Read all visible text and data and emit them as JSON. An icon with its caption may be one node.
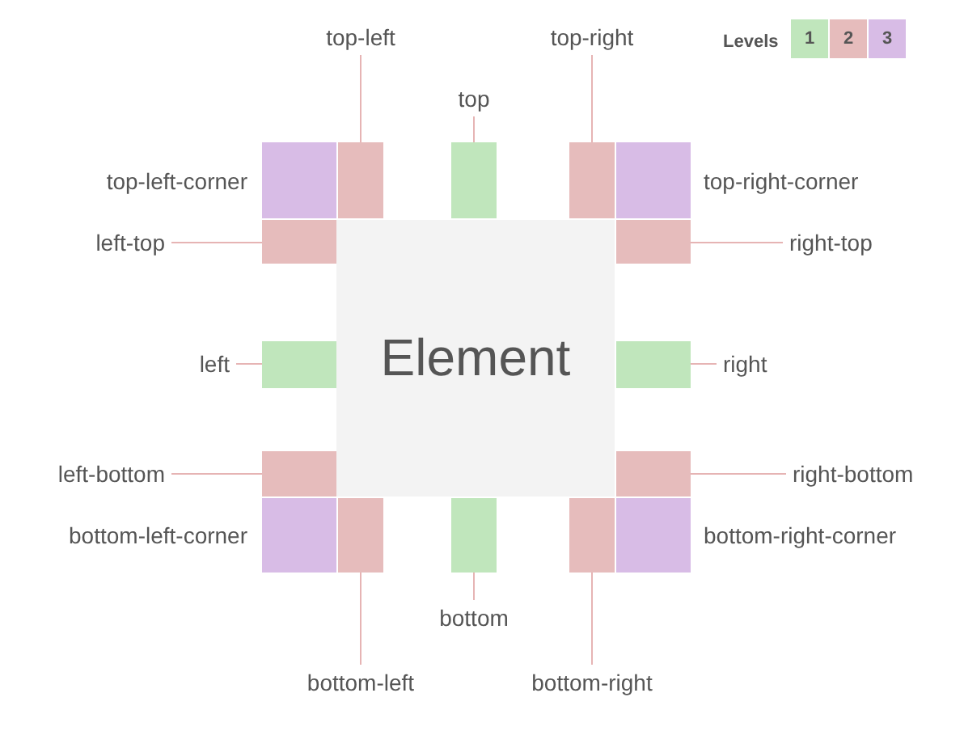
{
  "diagram": {
    "nodes": [
      {
        "text": [
          "top-left"
        ]
      },
      {
        "text": [
          "top-right"
        ]
      },
      {
        "text": [
          "top"
        ]
      },
      {
        "text": [],
        "shape": "box"
      },
      {
        "text": [],
        "shape": "box"
      },
      {
        "text": [],
        "shape": "box"
      },
      {
        "text": [],
        "shape": "box"
      },
      {
        "text": [],
        "shape": "box"
      },
      {
        "text": [
          "left-top"
        ]
      },
      {
        "text": [],
        "shape": "box"
      },
      {
        "text": [
          "Element"
        ]
      },
      {
        "text": [],
        "shape": "box"
      },
      {
        "text": [
          "right-top"
        ]
      },
      {
        "text": [
          "left"
        ]
      },
      {
        "text": [],
        "shape": "box"
      },
      {
        "text": [],
        "shape": "box"
      },
      {
        "text": [
          "right"
        ]
      },
      {
        "text": [
          "left-bottom"
        ]
      },
      {
        "text": [],
        "shape": "box"
      },
      {
        "text": [],
        "shape": "box"
      },
      {
        "text": [
          "right-bottom"
        ]
      },
      {
        "text": [],
        "shape": "box"
      },
      {
        "text": [],
        "shape": "box"
      },
      {
        "text": [],
        "shape": "box"
      },
      {
        "text": [],
        "shape": "box"
      },
      {
        "text": [],
        "shape": "box"
      },
      {
        "text": [
          "bottom"
        ]
      },
      {
        "text": [
          "bottom-left"
        ]
      },
      {
        "text": [
          "bottom-right"
        ]
      }
    ],
    "edges": [
      {
        "from": 0,
        "to": 4,
        "arrow": "none"
      },
      {
        "from": 1,
        "to": 6,
        "arrow": "none"
      },
      {
        "from": 2,
        "to": 5,
        "arrow": "none"
      },
      {
        "from": 8,
        "to": 9,
        "arrow": "none"
      },
      {
        "from": 12,
        "to": 11,
        "arrow": "none"
      },
      {
        "from": 13,
        "to": 14,
        "arrow": "none"
      },
      {
        "from": 16,
        "to": 15,
        "arrow": "none"
      },
      {
        "from": 17,
        "to": 18,
        "arrow": "none"
      },
      {
        "from": 20,
        "to": 19,
        "arrow": "none"
      },
      {
        "from": 26,
        "to": 23,
        "arrow": "none"
      },
      {
        "from": 27,
        "to": 22,
        "arrow": "none"
      },
      {
        "from": 28,
        "to": 24,
        "arrow": "none"
      }
    ],
    "labels": [
      "Levels",
      "top-left-corner",
      "top-right-corner",
      "bottom-left-corner",
      "bottom-right-corner"
    ],
    "legend": [
      {
        "text": "1",
        "color": "#c0e6bc"
      },
      {
        "text": "2",
        "color": "#e6bcbc"
      },
      {
        "text": "3",
        "color": "#d8bce6"
      }
    ]
  }
}
